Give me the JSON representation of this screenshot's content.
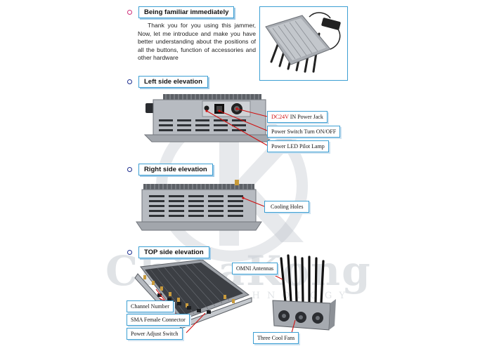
{
  "sections": {
    "intro": {
      "title": "Being familiar immediately",
      "body": "Thank you for you using this jammer, Now, let me introduce and make you have better understanding about the positions of all the buttons, function of accessories and other hardware"
    },
    "left": {
      "title": "Left side elevation"
    },
    "right": {
      "title": "Right side elevation"
    },
    "top": {
      "title": "TOP side elevation"
    }
  },
  "callouts": {
    "power_jack_red": "DC24V",
    "power_jack_rest": " IN Power Jack",
    "power_switch": "Power Switch Turn ON/OFF",
    "pilot_lamp": "Power LED Pilot Lamp",
    "cooling_holes": "Cooling Holes",
    "omni_antennas": "OMNI Antennas",
    "channel_number": "Channel Number",
    "sma_connector": "SMA Female Connector",
    "power_adjust": "Power Adjust Switch",
    "cool_fans": "Three Cool Fans"
  },
  "watermark": {
    "brand": "ChinaKong",
    "sub": "T E C H N O L O G Y"
  },
  "colors": {
    "frame_blue": "#3c9fd3",
    "callout_red": "#d01010",
    "bullet_blue": "#1e2f8f",
    "bullet_pink": "#d0307a"
  }
}
